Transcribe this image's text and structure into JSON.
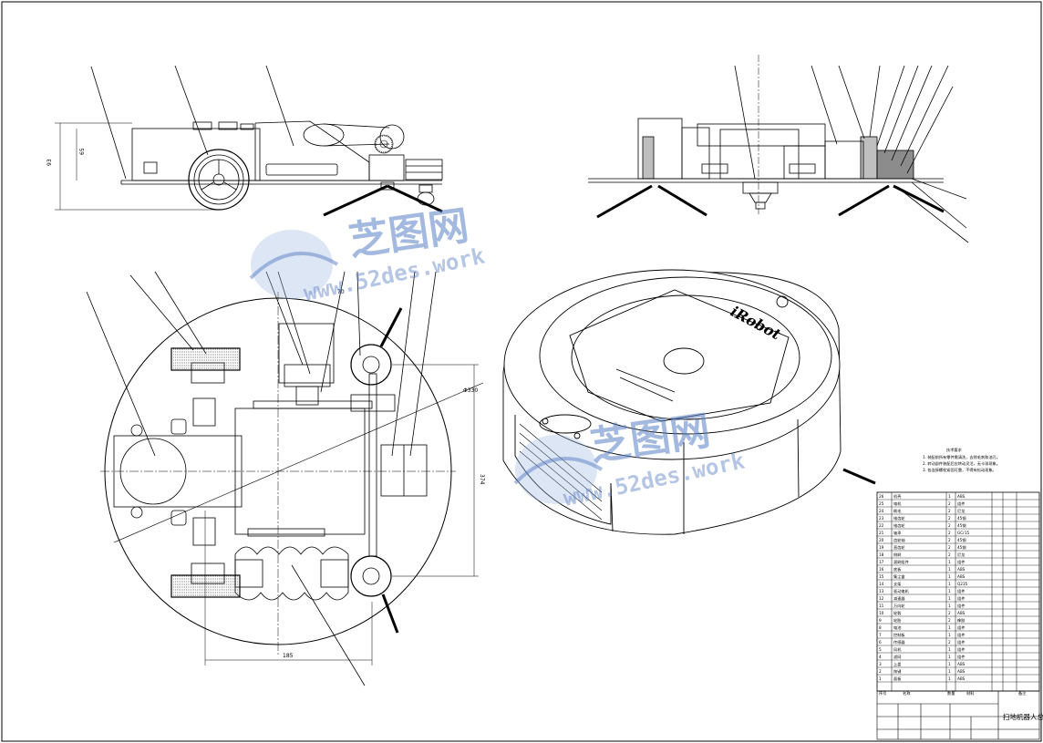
{
  "watermark": {
    "brand_cn": "芝图网",
    "url": "www.52des.work"
  },
  "brand_name": "iRobot",
  "title_block": {
    "drawing_title": "扫地机器人总装图"
  },
  "dimensions": {
    "height_a": "93",
    "height_b": "65",
    "width": "185",
    "height": "374",
    "diameter": "Φ330",
    "small": "70"
  },
  "notes_title": "技术要求",
  "notes": [
    "1. 装配前所有零件需清洗，去除毛刺和油污。",
    "2. 转动部件装配后应转动灵活，无卡滞现象。",
    "3. 各连接螺栓紧固可靠，不得有松动现象。"
  ],
  "bom": [
    {
      "no": "26",
      "name": "机壳",
      "qty": "1",
      "mat": "ABS"
    },
    {
      "no": "25",
      "name": "电机",
      "qty": "2",
      "mat": "组件"
    },
    {
      "no": "24",
      "name": "刷毛",
      "qty": "2",
      "mat": "尼龙"
    },
    {
      "no": "23",
      "name": "锥齿轮",
      "qty": "2",
      "mat": "45钢"
    },
    {
      "no": "22",
      "name": "锥齿轮",
      "qty": "2",
      "mat": "45钢"
    },
    {
      "no": "21",
      "name": "轴承",
      "qty": "2",
      "mat": "GCr15"
    },
    {
      "no": "20",
      "name": "齿轮轴",
      "qty": "2",
      "mat": "45钢"
    },
    {
      "no": "19",
      "name": "直齿轮",
      "qty": "2",
      "mat": "45钢"
    },
    {
      "no": "18",
      "name": "侧刷",
      "qty": "2",
      "mat": "尼龙"
    },
    {
      "no": "17",
      "name": "滚刷组件",
      "qty": "1",
      "mat": "组件"
    },
    {
      "no": "16",
      "name": "底板",
      "qty": "1",
      "mat": "ABS"
    },
    {
      "no": "15",
      "name": "集尘盒",
      "qty": "1",
      "mat": "ABS"
    },
    {
      "no": "14",
      "name": "支架",
      "qty": "1",
      "mat": "Q235"
    },
    {
      "no": "13",
      "name": "驱动电机",
      "qty": "1",
      "mat": "组件"
    },
    {
      "no": "12",
      "name": "减速器",
      "qty": "1",
      "mat": "组件"
    },
    {
      "no": "11",
      "name": "万向轮",
      "qty": "1",
      "mat": "组件"
    },
    {
      "no": "10",
      "name": "轮毂",
      "qty": "2",
      "mat": "ABS"
    },
    {
      "no": "9",
      "name": "轮胎",
      "qty": "2",
      "mat": "橡胶"
    },
    {
      "no": "8",
      "name": "电池",
      "qty": "1",
      "mat": "组件"
    },
    {
      "no": "7",
      "name": "控制板",
      "qty": "1",
      "mat": "组件"
    },
    {
      "no": "6",
      "name": "传感器",
      "qty": "2",
      "mat": "组件"
    },
    {
      "no": "5",
      "name": "风机",
      "qty": "1",
      "mat": "组件"
    },
    {
      "no": "4",
      "name": "滤网",
      "qty": "1",
      "mat": "组件"
    },
    {
      "no": "3",
      "name": "上盖",
      "qty": "1",
      "mat": "ABS"
    },
    {
      "no": "2",
      "name": "按键",
      "qty": "1",
      "mat": "ABS"
    },
    {
      "no": "1",
      "name": "面板",
      "qty": "1",
      "mat": "ABS"
    }
  ],
  "bom_header": {
    "no": "序号",
    "name": "名称",
    "qty": "数量",
    "mat": "材料",
    "note": "备注"
  }
}
